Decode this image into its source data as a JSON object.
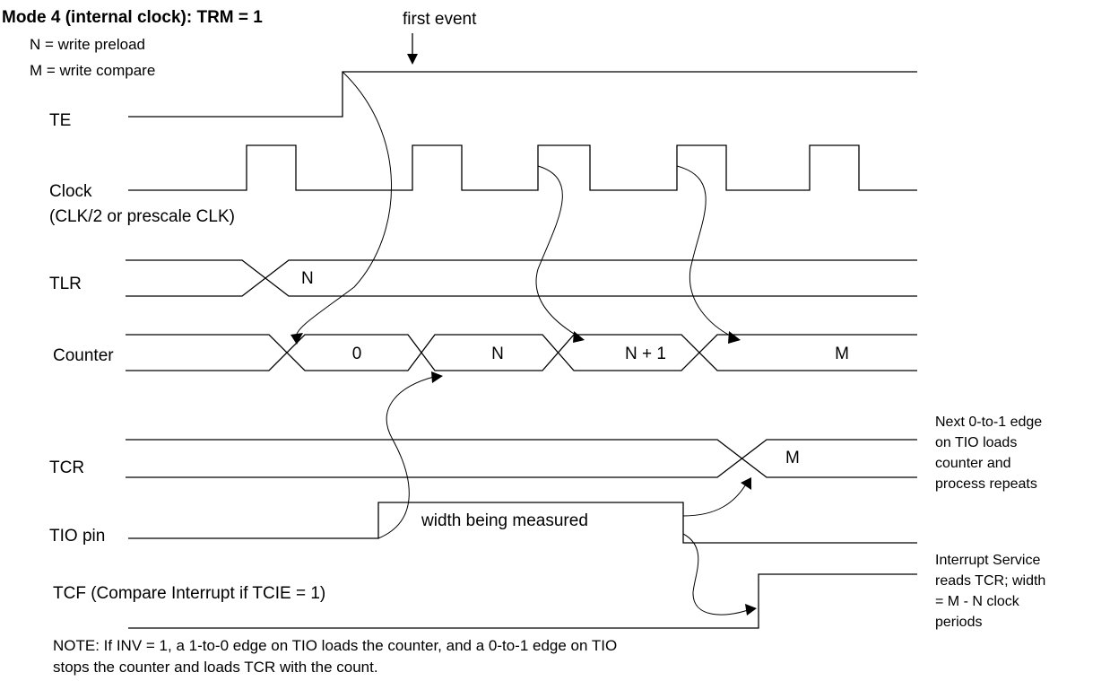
{
  "title": "Mode 4 (internal clock): TRM = 1",
  "legend": {
    "n": "N = write preload",
    "m": "M = write compare"
  },
  "first_event": "first event",
  "signals": {
    "te": "TE",
    "clock": "Clock",
    "clock_sub": "(CLK/2 or prescale CLK)",
    "tlr": "TLR",
    "counter": "Counter",
    "tcr": "TCR",
    "tio": "TIO pin",
    "tcf": "TCF (Compare Interrupt if TCIE = 1)"
  },
  "values": {
    "tlr_n": "N",
    "counter": [
      "0",
      "N",
      "N + 1",
      "M"
    ],
    "tcr_m": "M",
    "width": "width being measured"
  },
  "side_notes": {
    "next_edge": [
      "Next 0-to-1 edge",
      "on TIO loads",
      "counter and",
      "process repeats"
    ],
    "interrupt": [
      "Interrupt Service",
      "reads TCR; width",
      "= M - N clock",
      "periods"
    ]
  },
  "note": [
    "NOTE: If INV = 1, a 1-to-0 edge on TIO loads the counter, and a 0-to-1 edge on TIO",
    "stops the counter and loads TCR with the count."
  ]
}
